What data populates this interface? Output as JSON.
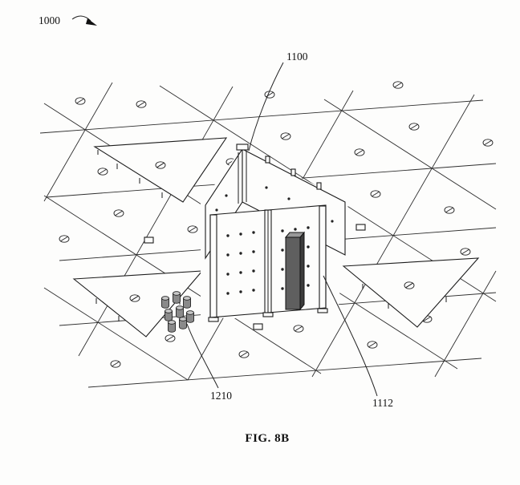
{
  "figure": {
    "caption": "FIG. 8B",
    "labels": {
      "n1000": "1000",
      "n1100": "1100",
      "n1210": "1210",
      "n1112": "1112"
    }
  }
}
